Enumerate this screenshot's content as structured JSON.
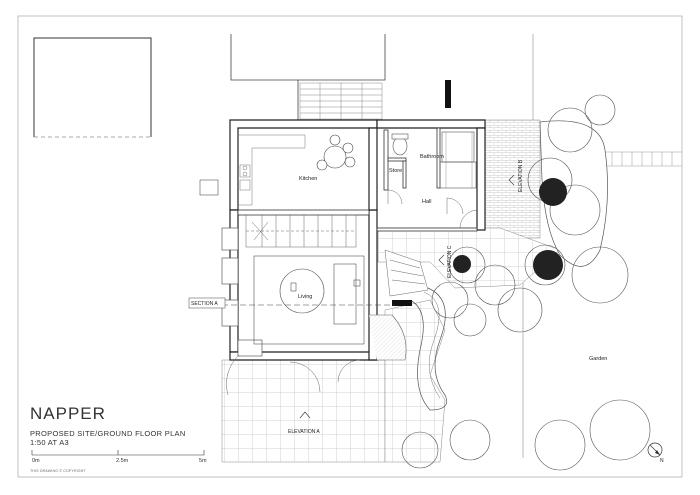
{
  "sheet": {
    "project_name": "NAPPER",
    "drawing_title": "PROPOSED SITE/GROUND FLOOR PLAN",
    "scale": "1:50 AT A3",
    "copyright": "THIS DRAWING © COPYRIGHT"
  },
  "rooms": {
    "kitchen": "Kitchen",
    "bathroom": "Bathroom",
    "store": "Store",
    "hall": "Hall",
    "living": "Living",
    "garden": "Garden"
  },
  "markers": {
    "section_a": "SECTION A",
    "elevation_a": "ELEVATION A",
    "elevation_b": "ELEVATION B",
    "elevation_c": "ELEVATION C"
  },
  "scale_bar": {
    "labels": [
      "0m",
      "2.5m",
      "5m"
    ]
  },
  "north": {
    "label": "N"
  }
}
